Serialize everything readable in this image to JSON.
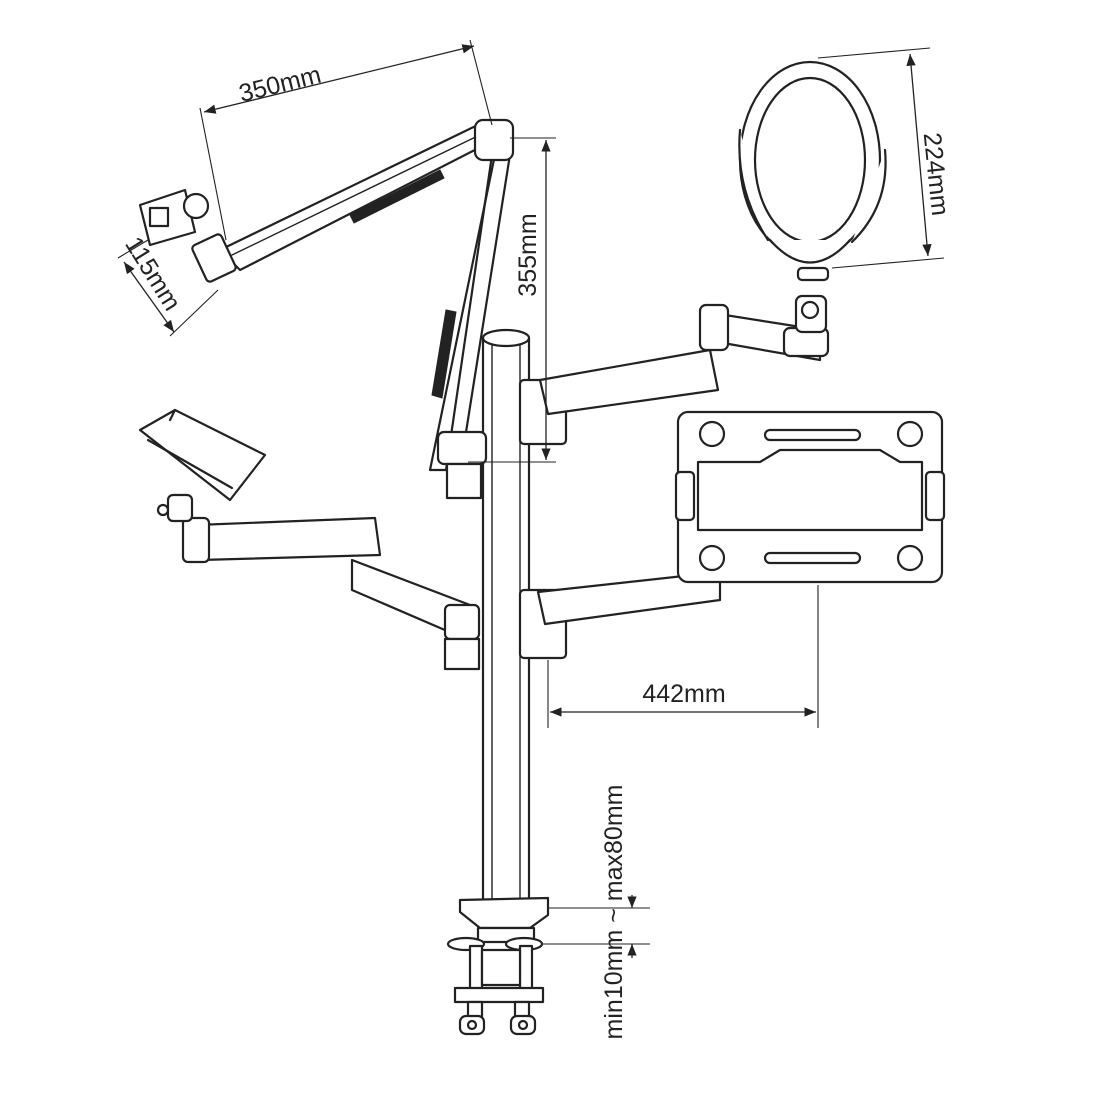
{
  "figure": {
    "dimensions": {
      "boom_arm_length": "350mm",
      "phone_clip_height": "115mm",
      "boom_arm_height": "355mm",
      "ring_light_diameter": "224mm",
      "laptop_arm_reach": "442mm",
      "clamp_thickness_range": "min10mm ~ max80mm"
    }
  }
}
